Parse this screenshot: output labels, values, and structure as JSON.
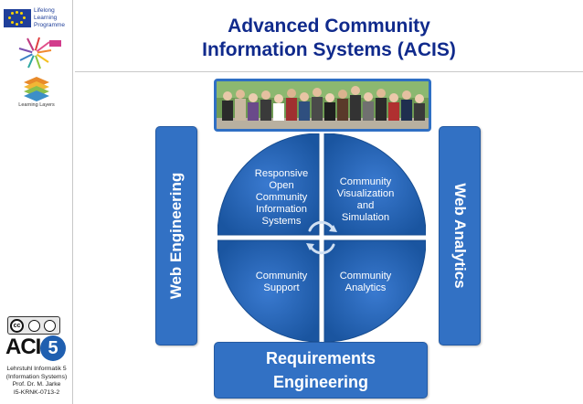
{
  "title": {
    "line1": "Advanced Community",
    "line2": "Information Systems (ACIS)"
  },
  "sidebar": {
    "eu_logo": {
      "line1": "Lifelong",
      "line2": "Learning",
      "line3": "Programme"
    },
    "learning_layers_label": "Learning Layers",
    "license_label": "cc",
    "acis_logo_text": "ACI",
    "acis_logo_number": "5",
    "chair": {
      "line1": "Lehrstuhl Informatik 5",
      "line2": "(Information Systems)",
      "line3": "Prof. Dr. M. Jarke",
      "line4": "I5-KRNK-0713-2"
    }
  },
  "pillars": {
    "left": "Web Engineering",
    "right": "Web Analytics",
    "bottom_line1": "Requirements",
    "bottom_line2": "Engineering"
  },
  "cycle": {
    "top_left": {
      "line1": "Responsive",
      "line2": "Open",
      "line3": "Community",
      "line4": "Information",
      "line5": "Systems"
    },
    "top_right": {
      "line1": "Community",
      "line2": "Visualization",
      "line3": "and",
      "line4": "Simulation"
    },
    "bottom_left": {
      "line1": "Community",
      "line2": "Support"
    },
    "bottom_right": {
      "line1": "Community",
      "line2": "Analytics"
    }
  },
  "colors": {
    "title": "#102a8c",
    "pillar": "#3271c4",
    "quadrant": "#1f5fb0",
    "quadrant_edge": "#174c8f"
  }
}
